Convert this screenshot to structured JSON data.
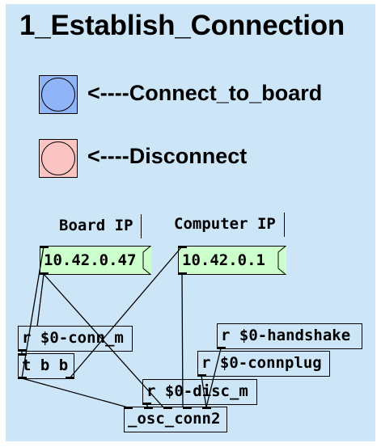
{
  "title": "1_Establish_Connection",
  "bangs": [
    {
      "label": "<----Connect_to_board",
      "color": "#8fb4f8"
    },
    {
      "label": "<----Disconnect",
      "color": "#f9c4c2"
    }
  ],
  "comments": {
    "board_ip": "Board IP",
    "computer_ip": "Computer IP"
  },
  "messages": {
    "board_ip_value": "10.42.0.47",
    "computer_ip_value": "10.42.0.1"
  },
  "objects": {
    "r_conn_m": "r $0-conn_m",
    "t_b_b": "t b b",
    "r_handshake": "r $0-handshake",
    "r_connplug": "r $0-connplug",
    "r_disc_m": "r $0-disc_m",
    "osc_conn2": "_osc_conn2"
  }
}
